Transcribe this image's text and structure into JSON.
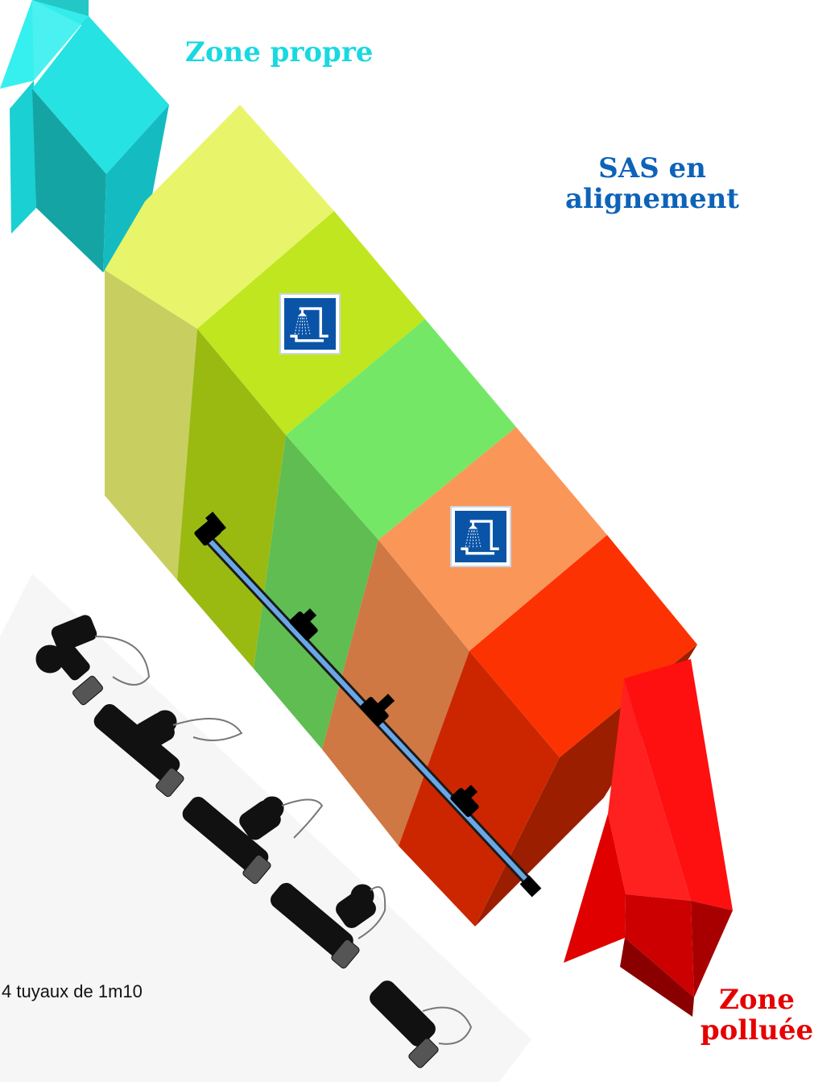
{
  "labels": {
    "zone_propre": "Zone propre",
    "sas_line1": "SAS en",
    "sas_line2": "alignement",
    "zone_polluee_line1": "Zone",
    "zone_polluee_line2": "polluée",
    "caption": "4 tuyaux de 1m10"
  },
  "colors": {
    "clean_arrow": "#19d9e0",
    "polluted_arrow": "#e60000",
    "sas_title": "#0d63b8",
    "module_1": "#e8f56a",
    "module_2": "#bfe61f",
    "module_3": "#74e866",
    "module_4": "#fb9659",
    "module_5": "#fd3202",
    "pipe": "#6aa7e6",
    "shower_sign": "#0a54a8"
  },
  "icons": {
    "shower_sign": "shower-icon",
    "clean_exit": "arrow-up-left-icon",
    "dirty_entry": "arrow-up-left-icon",
    "pipe_connector": "pipe-connector-icon",
    "hose_fittings": "camlock-coupling-icon"
  }
}
